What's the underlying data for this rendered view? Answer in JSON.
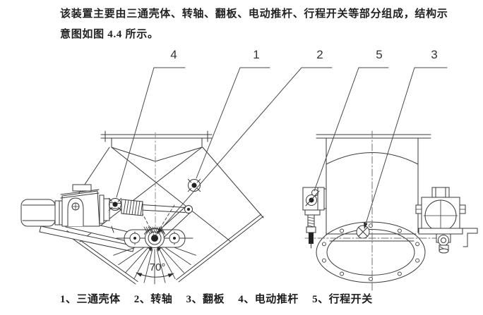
{
  "intro": {
    "lines": [
      "该装置主要由三通壳体、转轴、翻板、电动推杆、行程开关等部分组成，结构示",
      "意图如图 4.4 所示。"
    ]
  },
  "figure": {
    "callouts": [
      "4",
      "1",
      "2",
      "5",
      "3"
    ],
    "angle_label": "70°",
    "ink_color": "#3a3a3a",
    "centerline_color": "#8c8c8c"
  },
  "legend": {
    "items": [
      "1、三通壳体",
      "2、转轴",
      "3、翻板",
      "4、电动推杆",
      "5、行程开关"
    ]
  }
}
